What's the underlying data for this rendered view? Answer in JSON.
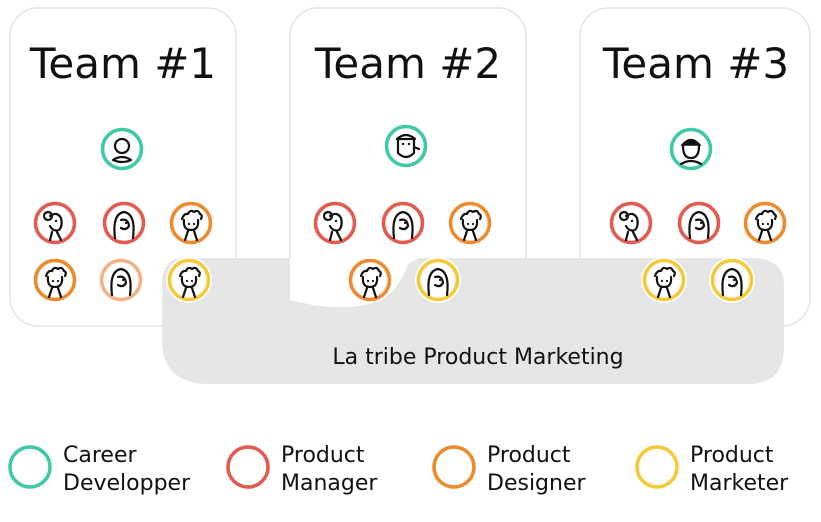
{
  "teams": [
    {
      "title": "Team #1",
      "lead": {
        "role": "career-developer",
        "face": "bald"
      },
      "members": [
        {
          "role": "product-manager",
          "face": "bun"
        },
        {
          "role": "product-manager",
          "face": "long-hair"
        },
        {
          "role": "product-designer",
          "face": "curly"
        },
        {
          "role": "product-designer",
          "face": "curly"
        },
        {
          "role": "product-manager-light",
          "face": "long-hair"
        },
        {
          "role": "product-marketer",
          "face": "curly"
        }
      ]
    },
    {
      "title": "Team #2",
      "lead": {
        "role": "career-developer",
        "face": "bearded"
      },
      "members": [
        {
          "role": "product-manager",
          "face": "bun"
        },
        {
          "role": "product-manager",
          "face": "long-hair"
        },
        {
          "role": "product-designer",
          "face": "curly"
        },
        {
          "role": "product-designer",
          "face": "curly"
        },
        {
          "role": "product-marketer",
          "face": "long-hair"
        }
      ]
    },
    {
      "title": "Team #3",
      "lead": {
        "role": "career-developer",
        "face": "cap"
      },
      "members": [
        {
          "role": "product-manager",
          "face": "bun"
        },
        {
          "role": "product-manager",
          "face": "long-hair"
        },
        {
          "role": "product-designer",
          "face": "curly"
        },
        {
          "role": "product-marketer",
          "face": "curly"
        },
        {
          "role": "product-marketer",
          "face": "long-hair"
        }
      ]
    }
  ],
  "tribe_label": "La tribe Product Marketing",
  "legend": [
    {
      "role": "career-developer",
      "line1": "Career",
      "line2": "Developper"
    },
    {
      "role": "product-manager",
      "line1": "Product",
      "line2": "Manager"
    },
    {
      "role": "product-designer",
      "line1": "Product",
      "line2": "Designer"
    },
    {
      "role": "product-marketer",
      "line1": "Product",
      "line2": "Marketer"
    }
  ],
  "colors": {
    "career-developer": "#3ec9a7",
    "product-manager": "#e35a4f",
    "product-designer": "#ec8a2c",
    "product-manager-light": "#f2b187",
    "product-marketer": "#f4c93a",
    "card-border": "#e4e4e4",
    "tribe-fill": "#e5e5e5",
    "ink": "#111111"
  }
}
